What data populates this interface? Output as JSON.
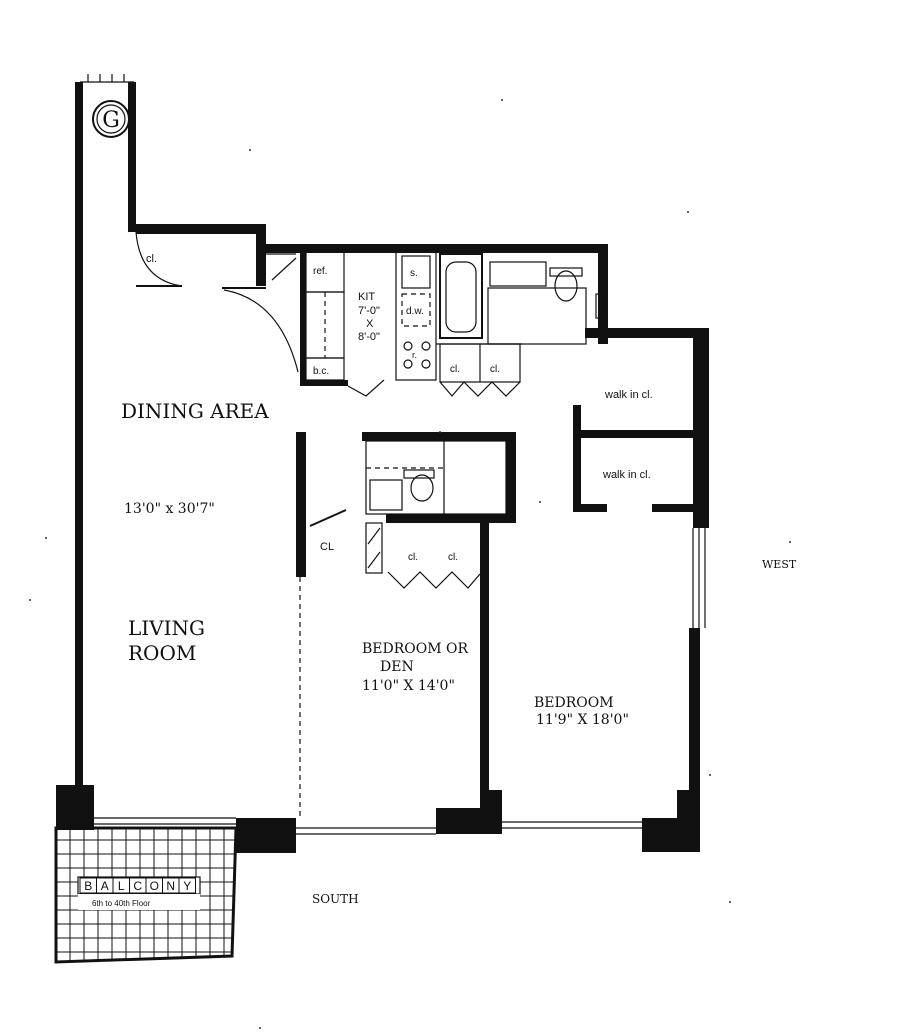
{
  "compass": {
    "symbol": "G"
  },
  "rooms": {
    "dining": {
      "name": "DINING AREA",
      "dims": "13'0\" x 30'7\""
    },
    "living": {
      "line1": "LIVING",
      "line2": "ROOM"
    },
    "den": {
      "line1": "BEDROOM OR",
      "line2": "DEN",
      "dims": "11'0\" X 14'0\""
    },
    "bedroom": {
      "name": "BEDROOM",
      "dims": "11'9\" X 18'0\""
    },
    "kitchen": {
      "name": "KIT",
      "dim1": "7'-0\"",
      "x": "X",
      "dim2": "8'-0\""
    },
    "balcony": {
      "letters": [
        "B",
        "A",
        "L",
        "C",
        "O",
        "N",
        "Y"
      ],
      "floors": "6th to 40th Floor"
    }
  },
  "fixtures": {
    "ref": "ref.",
    "bc": "b.c.",
    "sink": "s.",
    "dw": "d.w.",
    "range": "r.",
    "closet_entry": "cl.",
    "closet_k1": "cl.",
    "closet_k2": "cl.",
    "walkin1": "walk in cl.",
    "walkin2": "walk in cl.",
    "closet_hall": "CL",
    "closet_den1": "cl.",
    "closet_den2": "cl."
  },
  "orientation": {
    "west": "WEST",
    "south": "SOUTH"
  }
}
